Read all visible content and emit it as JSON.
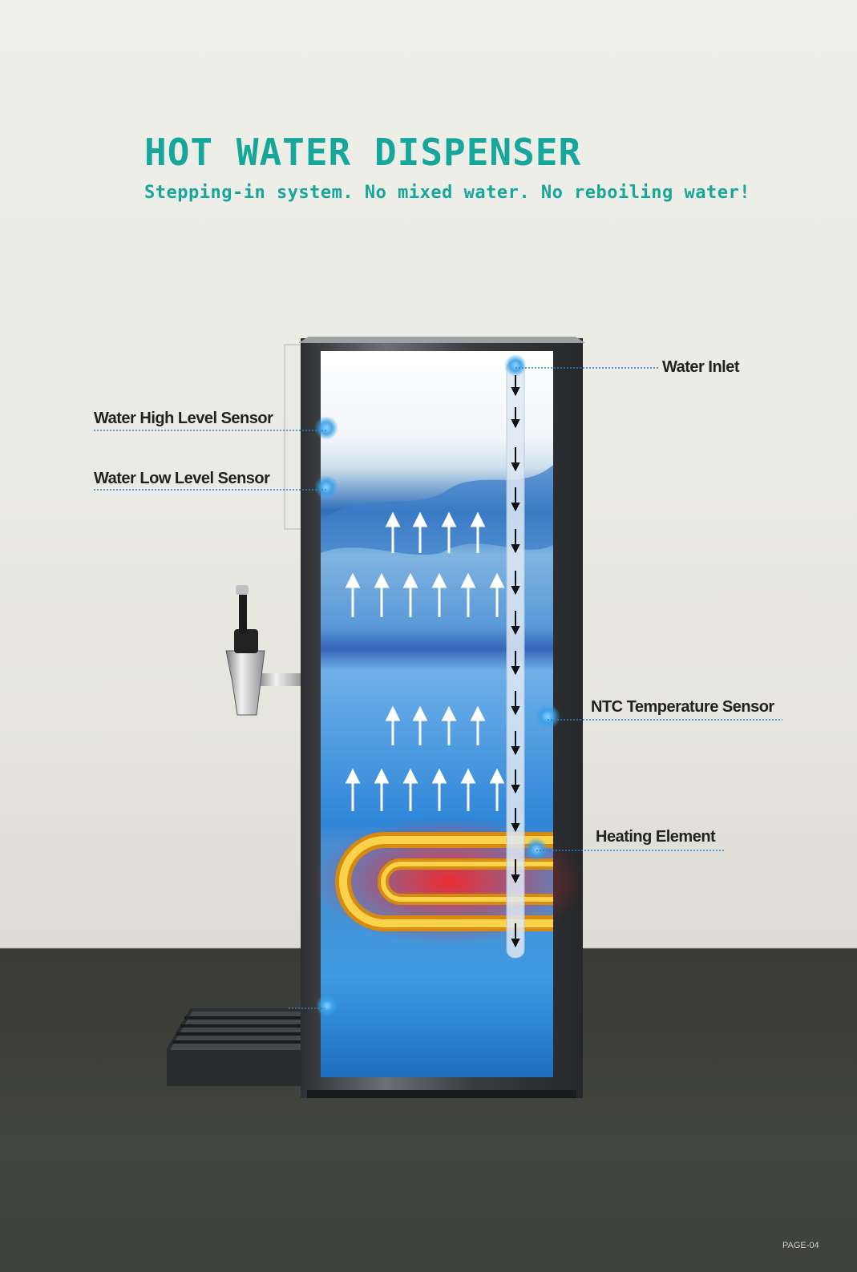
{
  "header": {
    "title": "HOT WATER DISPENSER",
    "subtitle": "Stepping-in system. No mixed water. No reboiling water!"
  },
  "callouts": {
    "water_inlet": "Water Inlet",
    "high_level_sensor": "Water High Level Sensor",
    "low_level_sensor": "Water Low Level Sensor",
    "ntc_sensor": "NTC Temperature Sensor",
    "heating_element": "Heating Element"
  },
  "footer": {
    "page_number": "PAGE-04"
  },
  "colors": {
    "accent": "#17a79a",
    "water": "#3a8fd6",
    "heating": "#e3262c",
    "sensor_dot": "#3aa0e8"
  }
}
